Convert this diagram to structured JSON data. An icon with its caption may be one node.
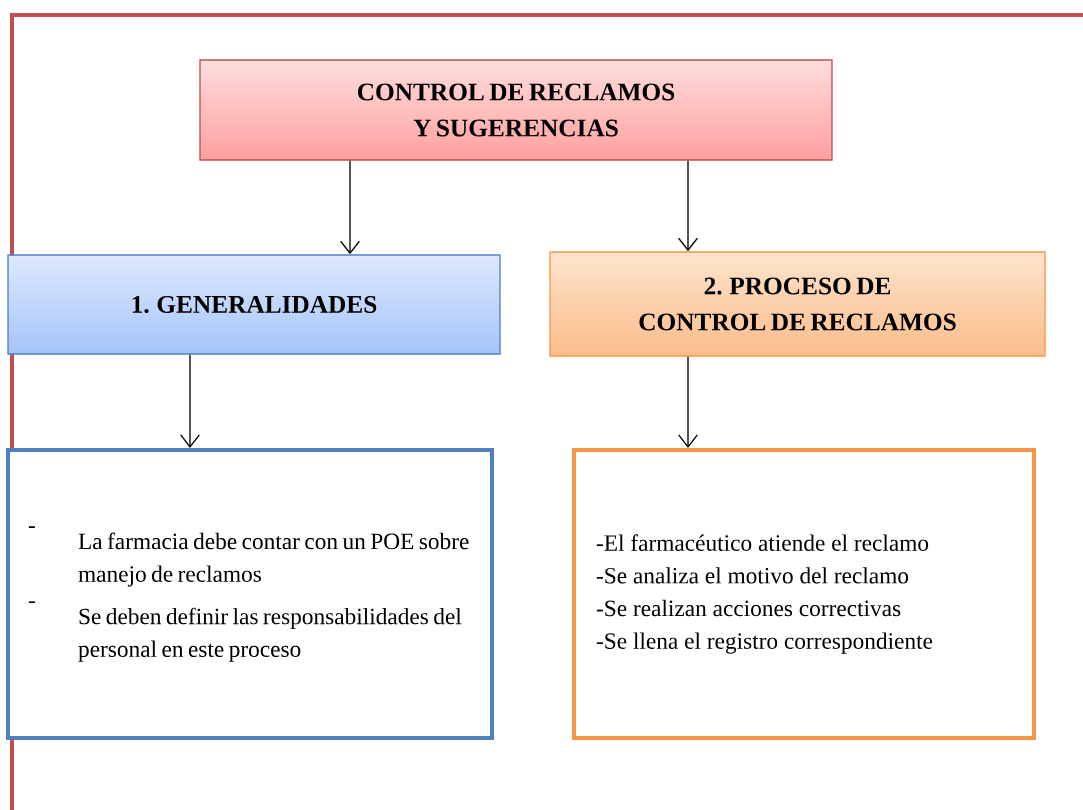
{
  "diagram": {
    "nodes": [
      {
        "text": [
          "CONTROL DE RECLAMOS Y SUGERENCIAS"
        ]
      },
      {
        "text": [
          "1.   GENERALIDADES"
        ]
      },
      {
        "text": [
          "2. PROCESO DE CONTROL DE RECLAMOS"
        ]
      },
      {
        "text": [
          "-",
          "La farmacia debe contar con un POE sobre manejo de reclamos",
          "-",
          "Se deben definir las responsabilidades del personal en este proceso"
        ]
      },
      {
        "text": [
          "-El farmacéutico atiende el reclamo",
          "-Se analiza el motivo del reclamo",
          "-Se realizan acciones correctivas",
          "-Se llena el registro correspondiente"
        ]
      }
    ],
    "edges": [
      {
        "from": 0,
        "to": 1,
        "arrow": "to"
      },
      {
        "from": 0,
        "to": 2,
        "arrow": "to"
      },
      {
        "from": 1,
        "to": 3,
        "arrow": "to"
      },
      {
        "from": 2,
        "to": 4,
        "arrow": "to"
      }
    ]
  }
}
